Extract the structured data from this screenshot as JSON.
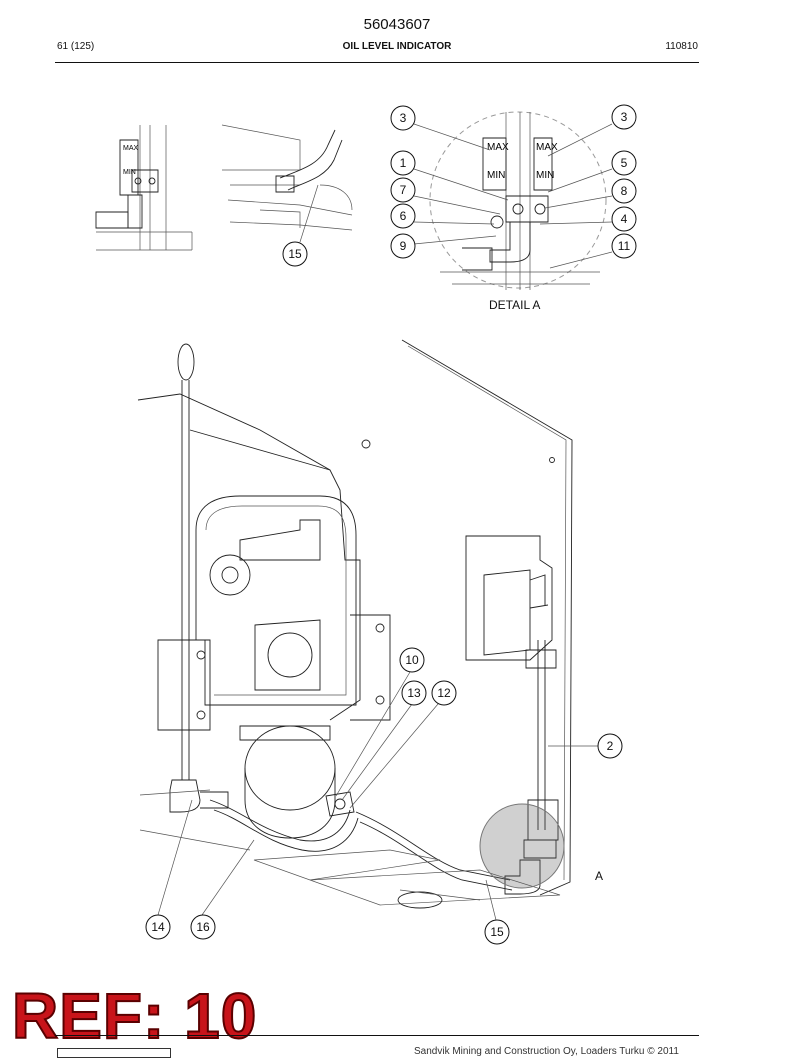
{
  "header": {
    "doc_number": "56043607",
    "page_ref": "61 (125)",
    "title": "OIL LEVEL INDICATOR",
    "date_code": "110810"
  },
  "detail": {
    "label": "DETAIL A",
    "scale_max": "MAX",
    "scale_min": "MIN",
    "callouts": [
      "3",
      "3",
      "1",
      "5",
      "7",
      "8",
      "6",
      "4",
      "9",
      "11"
    ]
  },
  "thumbnail_callouts": [
    "15"
  ],
  "main_view": {
    "detail_marker": "A",
    "callouts": [
      "10",
      "13",
      "12",
      "2",
      "14",
      "16",
      "15"
    ]
  },
  "stamp": {
    "text": "REF: 10",
    "color": "#c8141a"
  },
  "footer": {
    "copyright": "Sandvik Mining and Construction Oy, Loaders Turku © 2011"
  }
}
